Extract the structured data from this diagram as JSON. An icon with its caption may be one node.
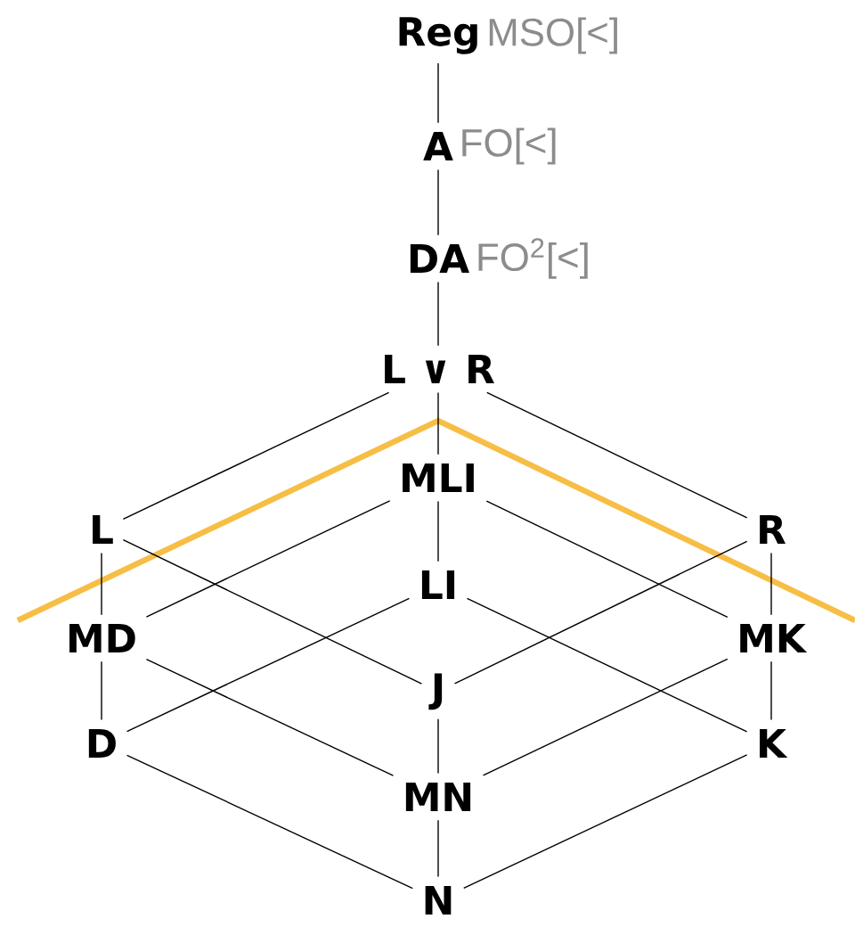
{
  "diagram": {
    "nodes": [
      {
        "text": [
          "Reg",
          "MSO[<]"
        ]
      },
      {
        "text": [
          "A",
          "FO[<]"
        ]
      },
      {
        "text": [
          "DA",
          "FO$^{2}$[<]"
        ]
      },
      {
        "text": [
          "L ∨ R"
        ]
      },
      {
        "text": [
          "MLI"
        ]
      },
      {
        "text": [
          "L"
        ]
      },
      {
        "text": [
          "R"
        ]
      },
      {
        "text": [
          "LI"
        ]
      },
      {
        "text": [
          "MD"
        ]
      },
      {
        "text": [
          "MK"
        ]
      },
      {
        "text": [
          "J"
        ]
      },
      {
        "text": [
          "D"
        ]
      },
      {
        "text": [
          "K"
        ]
      },
      {
        "text": [
          "MN"
        ]
      },
      {
        "text": [
          "N"
        ]
      }
    ],
    "edges": [
      {
        "from": 0,
        "to": 1,
        "arrow": "none"
      },
      {
        "from": 1,
        "to": 2,
        "arrow": "none"
      },
      {
        "from": 2,
        "to": 3,
        "arrow": "none"
      },
      {
        "from": 3,
        "to": 5,
        "arrow": "none"
      },
      {
        "from": 3,
        "to": 4,
        "arrow": "none"
      },
      {
        "from": 3,
        "to": 6,
        "arrow": "none"
      },
      {
        "from": 5,
        "to": 8,
        "arrow": "none"
      },
      {
        "from": 5,
        "to": 10,
        "arrow": "none"
      },
      {
        "from": 4,
        "to": 8,
        "arrow": "none"
      },
      {
        "from": 4,
        "to": 7,
        "arrow": "none"
      },
      {
        "from": 4,
        "to": 9,
        "arrow": "none"
      },
      {
        "from": 6,
        "to": 10,
        "arrow": "none"
      },
      {
        "from": 6,
        "to": 9,
        "arrow": "none"
      },
      {
        "from": 7,
        "to": 11,
        "arrow": "none"
      },
      {
        "from": 7,
        "to": 12,
        "arrow": "none"
      },
      {
        "from": 8,
        "to": 11,
        "arrow": "none"
      },
      {
        "from": 8,
        "to": 13,
        "arrow": "none"
      },
      {
        "from": 9,
        "to": 13,
        "arrow": "none"
      },
      {
        "from": 9,
        "to": 12,
        "arrow": "none"
      },
      {
        "from": 10,
        "to": 13,
        "arrow": "none"
      },
      {
        "from": 11,
        "to": 14,
        "arrow": "none"
      },
      {
        "from": 12,
        "to": 14,
        "arrow": "none"
      },
      {
        "from": 13,
        "to": 14,
        "arrow": "none"
      }
    ]
  }
}
